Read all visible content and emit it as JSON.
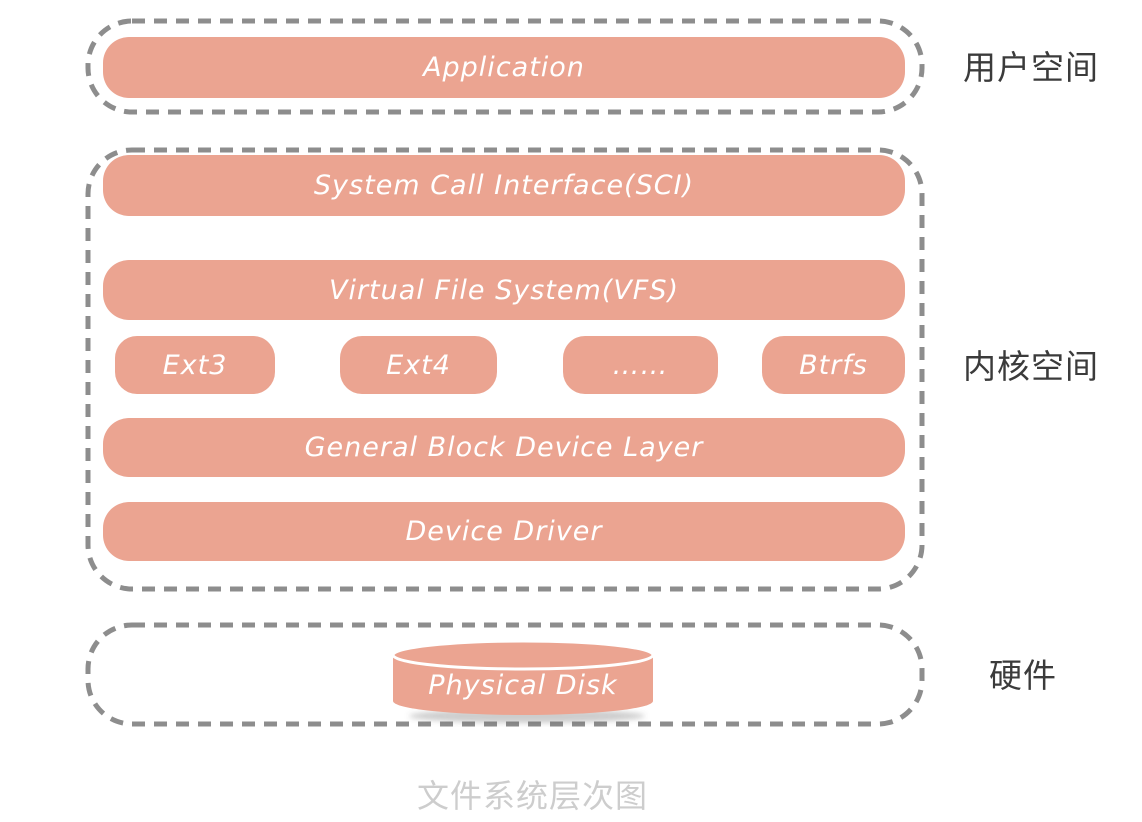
{
  "caption": "文件系统层次图",
  "colors": {
    "box_fill": "#eba491",
    "box_text": "#ffffff",
    "dashed_border": "#8d8d8d",
    "side_label": "#3b3b3b",
    "caption_text": "#cdcdcd"
  },
  "user_space": {
    "side_label": "用户空间",
    "application_label": "Application"
  },
  "kernel_space": {
    "side_label": "内核空间",
    "sci_label": "System Call Interface(SCI)",
    "vfs_label": "Virtual File System(VFS)",
    "filesystems": [
      "Ext3",
      "Ext4",
      "……",
      "Btrfs"
    ],
    "block_layer_label": "General Block Device Layer",
    "device_driver_label": "Device Driver"
  },
  "hardware": {
    "side_label": "硬件",
    "disk_label": "Physical Disk"
  }
}
